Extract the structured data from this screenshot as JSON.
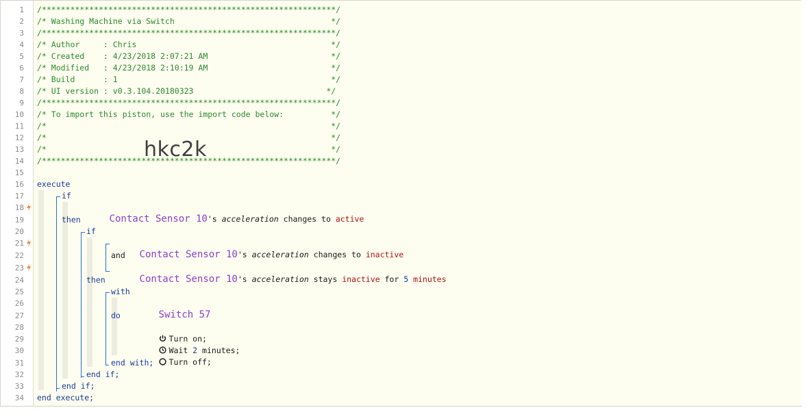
{
  "header": {
    "border": "/**************************************************************/",
    "title": "/* Washing Machine via Switch                                 */",
    "author": "/* Author     : Chris                                         */",
    "created": "/* Created    : 4/23/2018 2:07:21 AM                          */",
    "modified": "/* Modified   : 4/23/2018 2:10:19 AM                          */",
    "build": "/* Build      : 1                                             */",
    "ui_version": "/* UI version : v0.3.104.20180323                            */",
    "import_note": "/* To import this piston, use the import code below:          */",
    "empty": "/*                                                            */",
    "import_code": "hkc2k"
  },
  "code": {
    "execute": "execute",
    "if": "if",
    "then": "then",
    "and": "and",
    "with": "with",
    "do": "do",
    "end_if": "end if;",
    "end_with": "end with;",
    "end_execute": "end execute;",
    "device_contact": "Contact Sensor 10",
    "possessive": "'s ",
    "attribute": "acceleration",
    "changes_to": " changes to ",
    "stays": " stays ",
    "for": " for ",
    "value_active": "active",
    "value_inactive": "inactive",
    "duration_value": "5",
    "duration_unit": " minutes",
    "device_switch": "Switch 57",
    "action_turn_on": "Turn on;",
    "action_wait_prefix": "Wait ",
    "action_wait_value": "2",
    "action_wait_suffix": " minutes;",
    "action_turn_off": "Turn off;"
  },
  "line_numbers": [
    "1",
    "2",
    "3",
    "4",
    "5",
    "6",
    "7",
    "8",
    "9",
    "10",
    "11",
    "12",
    "13",
    "14",
    "15",
    "16",
    "17",
    "18",
    "19",
    "20",
    "21",
    "22",
    "23",
    "24",
    "25",
    "26",
    "27",
    "28",
    "29",
    "30",
    "31",
    "32",
    "33",
    "34"
  ],
  "trigger_lines": [
    "18",
    "21",
    "23"
  ],
  "colors": {
    "comment": "#2a8a2a",
    "keyword": "#1a3a9a",
    "device": "#8a3fc9",
    "value": "#b01010",
    "bracket": "#2a6bd6",
    "trigger_bolt": "#f08a3c"
  }
}
